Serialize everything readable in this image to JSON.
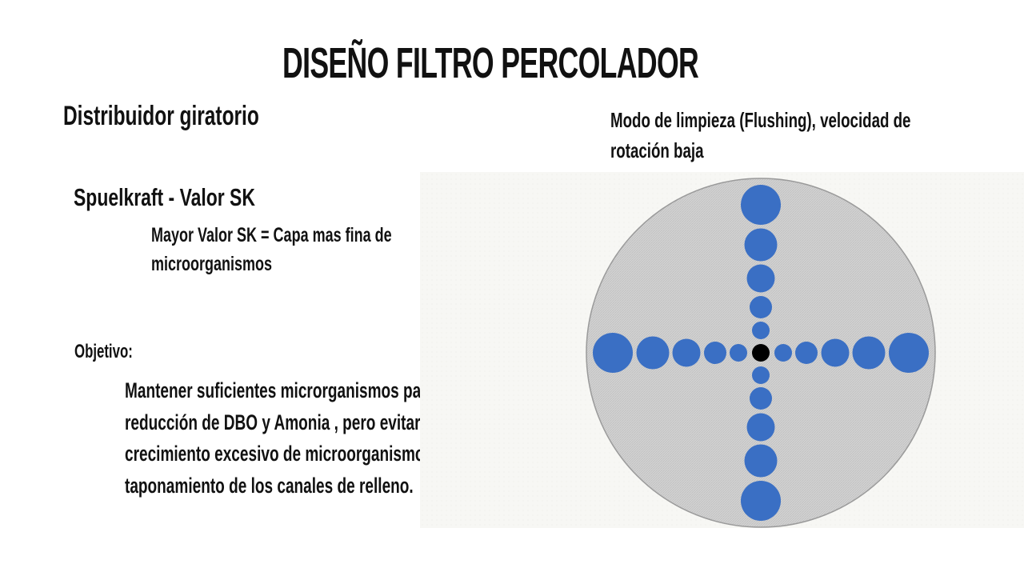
{
  "title": "DISEÑO FILTRO PERCOLADOR",
  "subtitle_left": "Distribuidor giratorio",
  "subtitle_right": "Modo de limpieza (Flushing), velocidad de rotación baja",
  "sk": {
    "heading": "Spuelkraft - Valor SK",
    "note": "Mayor Valor SK = Capa mas fina de microorganismos"
  },
  "objective": {
    "heading": "Objetivo:",
    "body": "Mantener suficientes microrganismos para la reducción de DBO y Amonia , pero evitar el crecimiento excesivo de microorganismos y el taponamiento de los canales de relleno."
  },
  "diagram": {
    "disc_color": "#cfcfcf",
    "nozzle_color": "#3a6fc4",
    "hub_color": "#000000",
    "arms": [
      "up",
      "down",
      "left",
      "right"
    ],
    "nozzles_per_arm": 5
  }
}
